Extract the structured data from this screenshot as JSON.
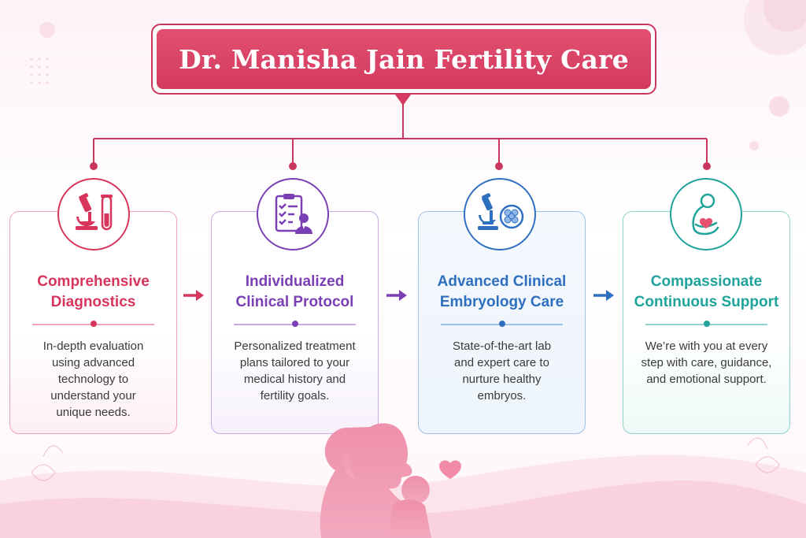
{
  "header": {
    "title": "Dr. Manisha Jain Fertility Care"
  },
  "steps": [
    {
      "title": "Comprehensive Diagnostics",
      "description": "In-depth evaluation using advanced technology to understand your unique needs.",
      "icon": "microscope-test-tube-icon",
      "color": "#d8355d"
    },
    {
      "title": "Individualized Clinical Protocol",
      "description": "Personalized treatment plans tailored to your medical history and fertility goals.",
      "icon": "clipboard-doctor-icon",
      "color": "#7b3fb5"
    },
    {
      "title": "Advanced Clinical Embryology Care",
      "description": "State-of-the-art lab and expert care to nurture healthy embryos.",
      "icon": "microscope-embryo-icon",
      "color": "#2f6fc0"
    },
    {
      "title": "Compassionate Continuous Support",
      "description": "We’re with you at every step with care, guidance, and emotional support.",
      "icon": "mother-heart-icon",
      "color": "#1fa39a"
    }
  ]
}
